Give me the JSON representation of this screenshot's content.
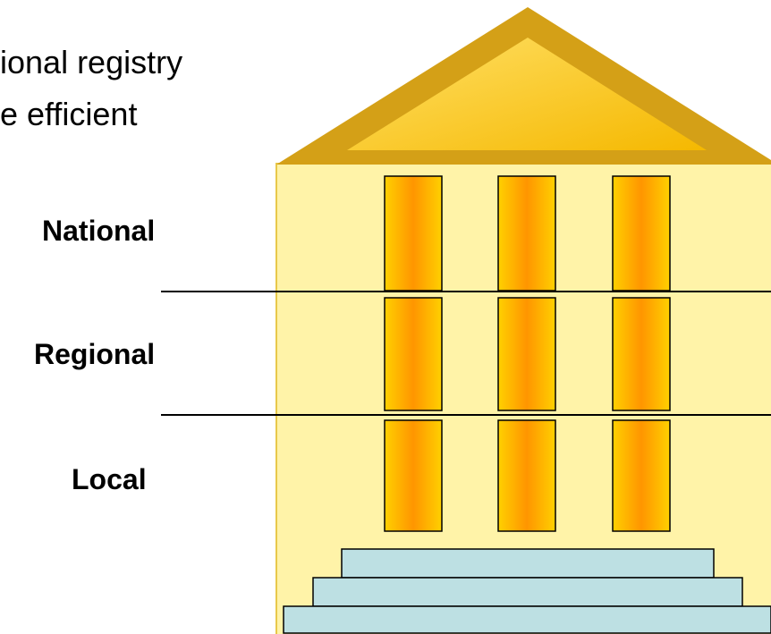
{
  "heading": {
    "line1": "ional registry",
    "line2": "e efficient"
  },
  "levels": {
    "national": "National",
    "regional": "Regional",
    "local": "Local"
  },
  "colors": {
    "roof": "#d4a017",
    "roof_inner_light": "#ffe066",
    "roof_inner_dark": "#f5b800",
    "wall": "#fff3a8",
    "wall_border": "#e8c84a",
    "column_edge": "#ffd000",
    "column_center": "#ff9500",
    "column_outline": "#000000",
    "step_fill": "#bde0e3",
    "step_outline": "#000000",
    "divider": "#000000"
  }
}
